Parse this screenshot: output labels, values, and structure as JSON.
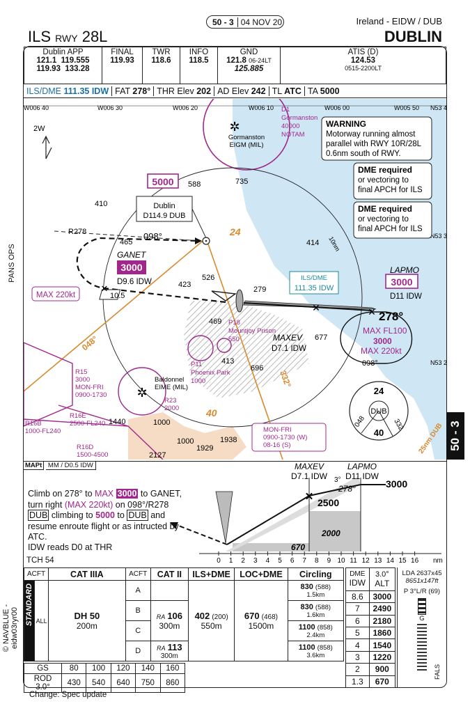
{
  "header": {
    "page_ref": "50 - 3",
    "date": "04 NOV 20",
    "country": "Ireland - EIDW / DUB",
    "proc_main": "ILS",
    "proc_rwy": "RWY",
    "proc_num": "28L",
    "city": "DUBLIN"
  },
  "freqs": [
    {
      "name": "Dublin APP",
      "lines": [
        "121.1  119.555",
        "119.93  133.28"
      ]
    },
    {
      "name": "FINAL",
      "lines": [
        "119.93"
      ]
    },
    {
      "name": "TWR",
      "lines": [
        "118.6"
      ]
    },
    {
      "name": "INFO",
      "lines": [
        "118.5"
      ]
    },
    {
      "name": "GND",
      "lines": [
        "121.8",
        "125.885"
      ],
      "note": "06-24LT"
    },
    {
      "name": "ATIS (D)",
      "lines": [
        "124.53"
      ],
      "note": "0515-2200LT"
    }
  ],
  "info": {
    "ils_label": "ILS/DME",
    "ils_freq": "111.35 IDW",
    "fat_label": "FAT",
    "fat": "278°",
    "thr_label": "THR Elev",
    "thr": "202",
    "ad_label": "AD Elev",
    "ad": "242",
    "tl_label": "TL",
    "tl": "ATC",
    "ta_label": "TA",
    "ta": "5000"
  },
  "map": {
    "lon": [
      "W006 40",
      "W006 30",
      "W006 20",
      "W006 10",
      "W006 00",
      "W005 50"
    ],
    "lat": [
      "N53 40",
      "N53 30",
      "N53 20"
    ],
    "north": "2W",
    "gormanston": [
      "Gormanston",
      "EIGM (MIL)"
    ],
    "d1": [
      "D1",
      "Gormanston",
      "40000",
      "NOTAM"
    ],
    "warning_title": "WARNING",
    "warning_text": [
      "Motorway running almost",
      "parallel with RWY 10R/28L",
      "0.6nm south of RWY."
    ],
    "dme_note_title": "DME required",
    "dme_note": [
      "or vectoring to",
      "final APCH for ILS"
    ],
    "msa": "5000",
    "dub_vor": [
      "Dublin",
      "D114.9 DUB"
    ],
    "r278": "R278",
    "hdg098": "098°",
    "ganet": "GANET",
    "ganet_alt": "3000",
    "ganet_dme": "D9.6 IDW",
    "max220": "MAX 220kt",
    "dist_105": "10.5",
    "ils_box_label": "ILS/DME",
    "ils_box_freq": "111.35 IDW",
    "lapmo": "LAPMO",
    "lapmo_alt": "3000",
    "lapmo_dme": "D11 IDW",
    "hold_crs": "278°",
    "hold_max": "MAX FL100",
    "hold_alt": "3000",
    "hold_spd": "MAX 220kt",
    "hold_out": "098°",
    "maxev": "MAXEV",
    "maxev_dme": "D7.1 IDW",
    "ten_nm": "10nm",
    "twentyfive_nm": "25nm DUB",
    "sector24": "24",
    "sector40": "40",
    "p18": [
      "P18",
      "Mountjoy Prison",
      "550"
    ],
    "p11": [
      "P11",
      "Phoenix Park",
      "1000"
    ],
    "baldonnel": [
      "Baldonnel",
      "EIME (MIL)"
    ],
    "r23": [
      "R23",
      "2000"
    ],
    "r15": [
      "R15",
      "3000",
      "MON-FRI",
      "0900-1730"
    ],
    "r16e": [
      "R16E",
      "2500-FL240"
    ],
    "r16b": [
      "R16B",
      "1000-FL240"
    ],
    "r16d": [
      "R16D",
      "1500-4500"
    ],
    "monfri": [
      "MON-FRI",
      "0900-1730 (W)",
      "08-16 (S)"
    ],
    "spots": [
      "410",
      "465",
      "588",
      "735",
      "414",
      "526",
      "423",
      "279",
      "469",
      "677",
      "413",
      "696",
      "1440",
      "1000",
      "1000",
      "1929",
      "1938",
      "2127"
    ],
    "brg048": "048°",
    "brg332": "332°",
    "msa_circle": {
      "top": "24",
      "bottom": "40",
      "fix": "DUB",
      "left": "048",
      "right": "332"
    },
    "pans": "PANS OPS",
    "tab": "50 - 3"
  },
  "profile": {
    "mapt_label": "MAPt",
    "mapt_val": "MM / D0.5 IDW",
    "missed": [
      "Climb on 278° to",
      "MAX",
      "3000",
      "to",
      "GANET, turn right",
      "(MAX 220kt)",
      "on",
      "098°/R278",
      "DUB",
      "climbing to",
      "5000",
      "to",
      "DUB",
      "and resume enroute flight",
      "or as intructed by ATC."
    ],
    "idw_note": "IDW reads D0 at THR",
    "tch": "TCH 54",
    "maxev": "MAXEV",
    "maxev_d": "D7.1 IDW",
    "lapmo": "LAPMO",
    "lapmo_d": "D11 IDW",
    "alt3000": "3000",
    "alt2500": "2500",
    "alt2000": "2000",
    "alt670": "670",
    "gp": "3°",
    "crs": "278°",
    "scale": [
      "0",
      "1",
      "2",
      "3",
      "4",
      "5",
      "6",
      "7",
      "8",
      "9",
      "10",
      "11",
      "12",
      "13",
      "14",
      "15",
      "16"
    ],
    "nm": "nm"
  },
  "minima": {
    "h_acft": "ACFT",
    "h_cat3": "CAT IIIA",
    "h_acft2": "ACFT",
    "h_cat2": "CAT II",
    "h_ils": "ILS+DME",
    "h_loc": "LOC+DME",
    "h_circ": "Circling",
    "standard": "STANDARD",
    "all": "ALL",
    "cat3_dh": "DH 50",
    "cat3_m": "200m",
    "cats": [
      "A",
      "B",
      "C",
      "D"
    ],
    "ra1_lbl": "RA",
    "ra1": "106",
    "ra1_m": "300m",
    "ra2_lbl": "RA",
    "ra2": "113",
    "ra2_m": "300m",
    "ils_v": "402",
    "ils_h": "(200)",
    "ils_m": "550m",
    "loc_v": "670",
    "loc_h": "(468)",
    "loc_m": "1500m",
    "circ": [
      [
        "830",
        "(588)",
        "1.5km"
      ],
      [
        "830",
        "(588)",
        "1.6km"
      ],
      [
        "1100",
        "(858)",
        "2.4km"
      ],
      [
        "1100",
        "(858)",
        "3.6km"
      ]
    ]
  },
  "dme_table": {
    "h1": "DME",
    "h1b": "IDW",
    "h2": "3.0°",
    "h2b": "ALT",
    "rows": [
      [
        "8.6",
        "3000"
      ],
      [
        "7",
        "2490"
      ],
      [
        "6",
        "2180"
      ],
      [
        "5",
        "1860"
      ],
      [
        "4",
        "1540"
      ],
      [
        "3",
        "1220"
      ],
      [
        "2",
        "900"
      ],
      [
        "1.3",
        "670"
      ]
    ]
  },
  "lights": {
    "lda": "LDA 2637x45",
    "ft": "8651x147ft",
    "papi": "P 3°L/R (69)",
    "g": "G",
    "fals": "FALS"
  },
  "gs_table": {
    "gs_lbl": "GS",
    "gs": [
      "80",
      "100",
      "120",
      "140",
      "160"
    ],
    "rod_lbl": "ROD 3.0°",
    "rod": [
      "430",
      "540",
      "640",
      "750",
      "860"
    ]
  },
  "footer": {
    "copyright": "© NAVBLUE - eidw03ryr00",
    "change": "Change: Spec update"
  },
  "colors": {
    "sea": "#cfe6f5",
    "magenta": "#a0288c",
    "orange": "#d88a2e",
    "terrain": "#f6dcc4"
  }
}
